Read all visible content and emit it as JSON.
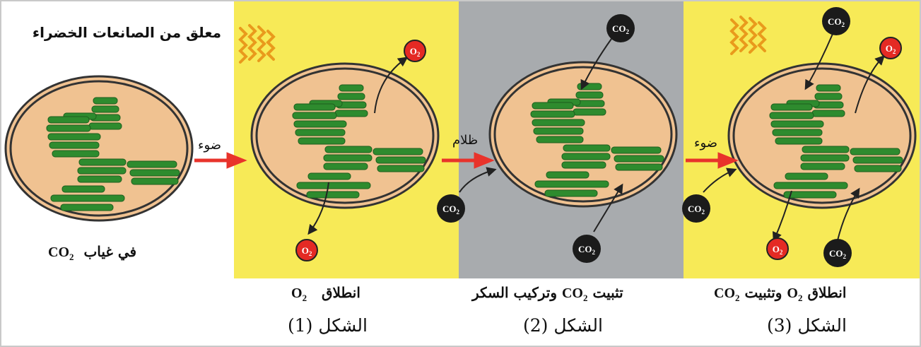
{
  "colors": {
    "yellow_bg": "#f7ea57",
    "gray_bg": "#a8abae",
    "stroma": "#efc08f",
    "thylakoid": "#2e8b2e",
    "arrow": "#e8332b",
    "o2": "#e42a24",
    "co2": "#1b1b1b"
  },
  "labels": {
    "top_title": "معلق من الصانعات الخضراء",
    "no_co2_prefix": "في غياب",
    "arrow_light_1": "ضوء",
    "arrow_dark": "ظلام",
    "arrow_light_2": "ضوء",
    "fig1_title_word": "انطلاق",
    "fig1_caption": "الشكل (1)",
    "fig2_title_prefix": "تثبيت",
    "fig2_title_suffix": "وتركيب السكر",
    "fig2_caption": "الشكل (2)",
    "fig3_title_prefix": "انطلاق",
    "fig3_title_middle": "وتثبيت",
    "fig3_caption": "الشكل (3)"
  },
  "molecules": {
    "o2": "O",
    "co2": "CO",
    "subscript": "2"
  },
  "icons": [
    "light-rays-icon",
    "chloroplast-icon",
    "o2-molecule-icon",
    "co2-molecule-icon",
    "arrow-icon"
  ]
}
